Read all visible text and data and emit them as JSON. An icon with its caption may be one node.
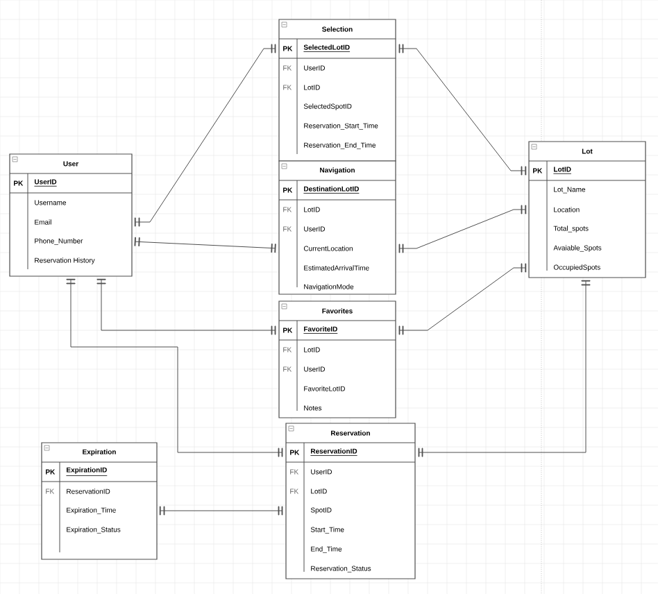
{
  "diagram": {
    "nodes": [
      {
        "text": [
          "Selection",
          "PK",
          "SelectedLotID",
          "FK",
          "UserID",
          "FK",
          "LotID",
          "SelectedSpotID",
          "Reservation_Start_Time",
          "Reservation_End_Time"
        ]
      },
      {
        "text": [
          "User",
          "PK",
          "UserID",
          "Username",
          "Email",
          "Phone_Number",
          "Reservation History"
        ]
      },
      {
        "text": [
          "Navigation",
          "PK",
          "DestinationLotID",
          "FK",
          "LotID",
          "FK",
          "UserID",
          "CurrentLocation",
          "EstimatedArrivalTime",
          "NavigationMode"
        ]
      },
      {
        "text": [
          "Lot",
          "PK",
          "LotID",
          "Lot_Name",
          "Location",
          "Total_spots",
          "Avaiable_Spots",
          "OccupiedSpots"
        ]
      },
      {
        "text": [
          "Favorites",
          "PK",
          "FavoriteID",
          "FK",
          "LotID",
          "FK",
          "UserID",
          "FavoriteLotID",
          "Notes"
        ]
      },
      {
        "text": [
          "Expiration",
          "PK",
          "ExpirationID",
          "FK",
          "ReservationID",
          "Expiration_Time",
          "Expiration_Status"
        ]
      },
      {
        "text": [
          "Reservation",
          "PK",
          "ReservationID",
          "FK",
          "UserID",
          "FK",
          "LotID",
          "SpotID",
          "Start_Time",
          "End_Time",
          "Reservation_Status"
        ]
      }
    ],
    "edges": [
      {
        "from": 1,
        "to": 0,
        "arrow": "other"
      },
      {
        "from": 1,
        "to": 2,
        "arrow": "other"
      },
      {
        "from": 3,
        "to": 0,
        "arrow": "other"
      },
      {
        "from": 3,
        "to": 2,
        "arrow": "other"
      },
      {
        "from": 3,
        "to": 4,
        "arrow": "other"
      },
      {
        "from": 1,
        "to": 4,
        "arrow": "other"
      },
      {
        "from": 1,
        "to": 6,
        "arrow": "other"
      },
      {
        "from": 3,
        "to": 6,
        "arrow": "other"
      },
      {
        "from": 5,
        "to": 6,
        "arrow": "other"
      }
    ]
  }
}
